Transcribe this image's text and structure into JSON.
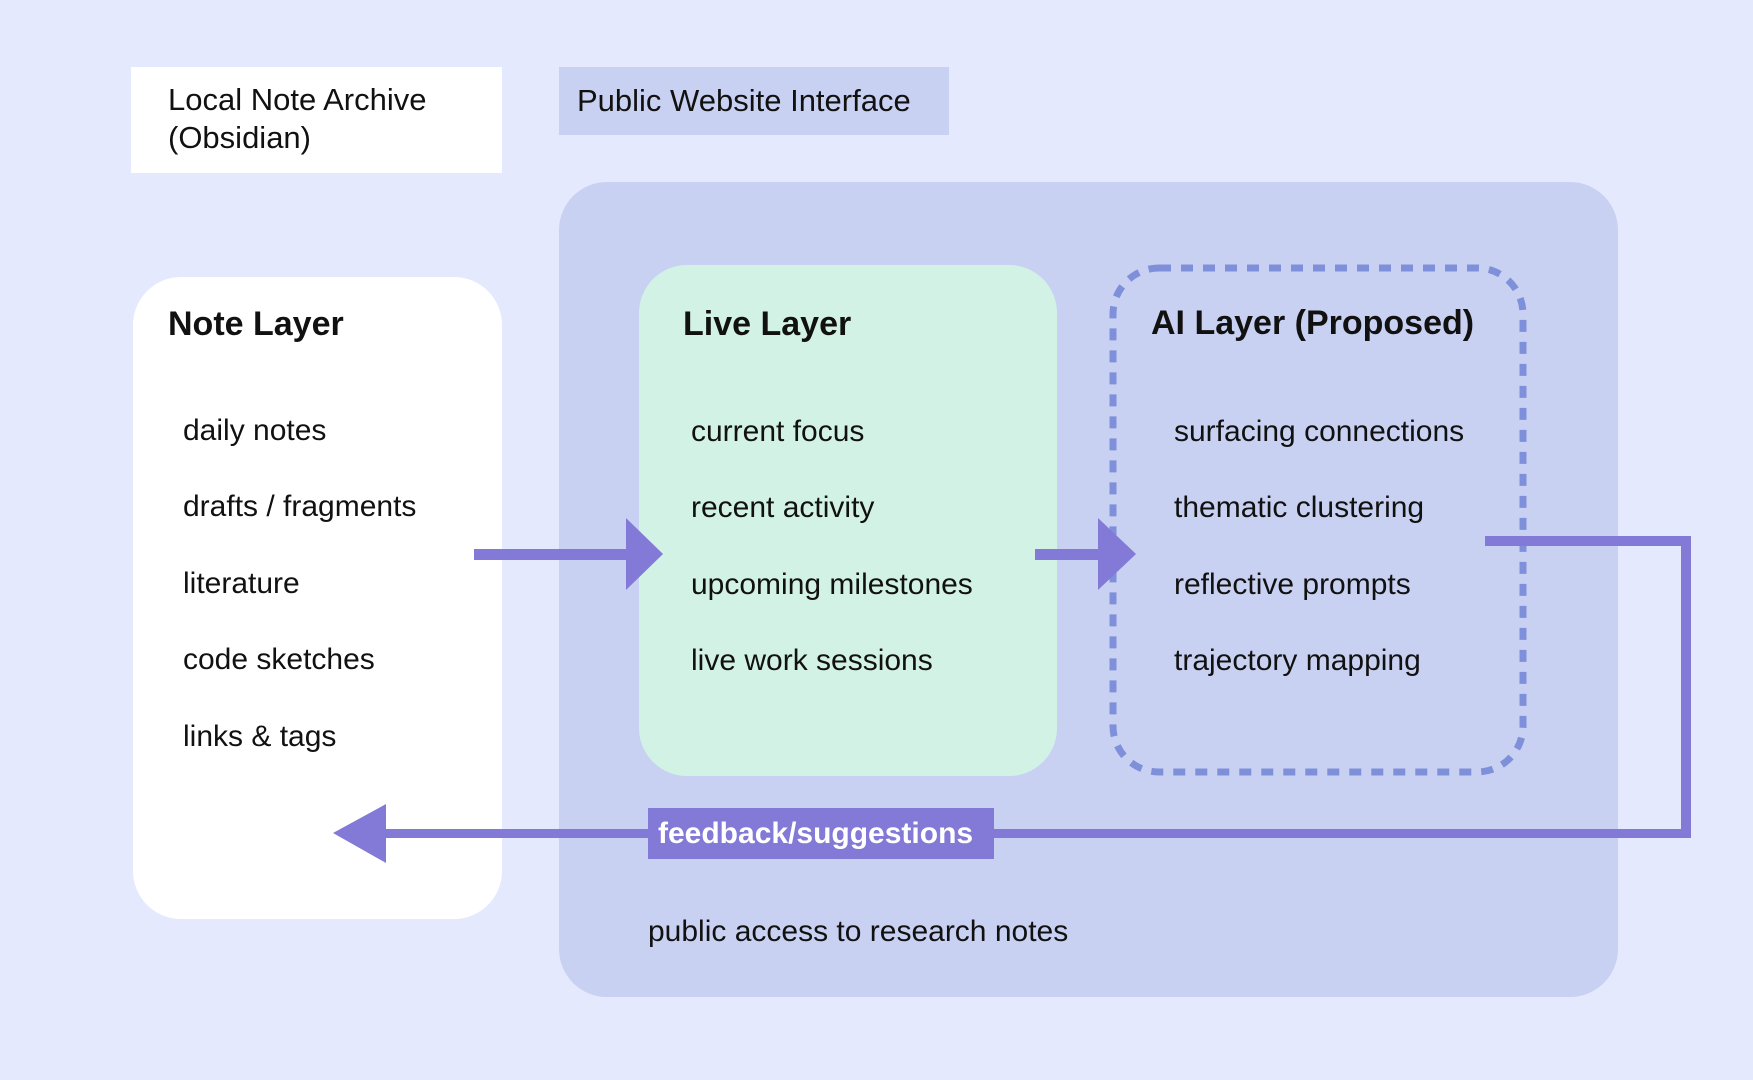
{
  "legend": {
    "local_line1": "Local Note Archive",
    "local_line2": "(Obsidian)",
    "public": "Public Website Interface"
  },
  "note_layer": {
    "title": "Note Layer",
    "items": [
      "daily notes",
      "drafts / fragments",
      "literature",
      "code sketches",
      "links & tags"
    ]
  },
  "live_layer": {
    "title": "Live Layer",
    "items": [
      "current focus",
      "recent activity",
      "upcoming milestones",
      "live work sessions"
    ]
  },
  "ai_layer": {
    "title": "AI Layer (Proposed)",
    "items": [
      "surfacing connections",
      "thematic clustering",
      "reflective prompts",
      "trajectory mapping"
    ]
  },
  "feedback_label": "feedback/suggestions",
  "public_access": "public access to research notes",
  "colors": {
    "background": "#E5E9FD",
    "public_panel": "#C9D1F2",
    "note_panel": "#FFFFFF",
    "live_panel": "#D2F2E5",
    "ai_border": "#7F90DA",
    "arrow": "#8379D6"
  }
}
